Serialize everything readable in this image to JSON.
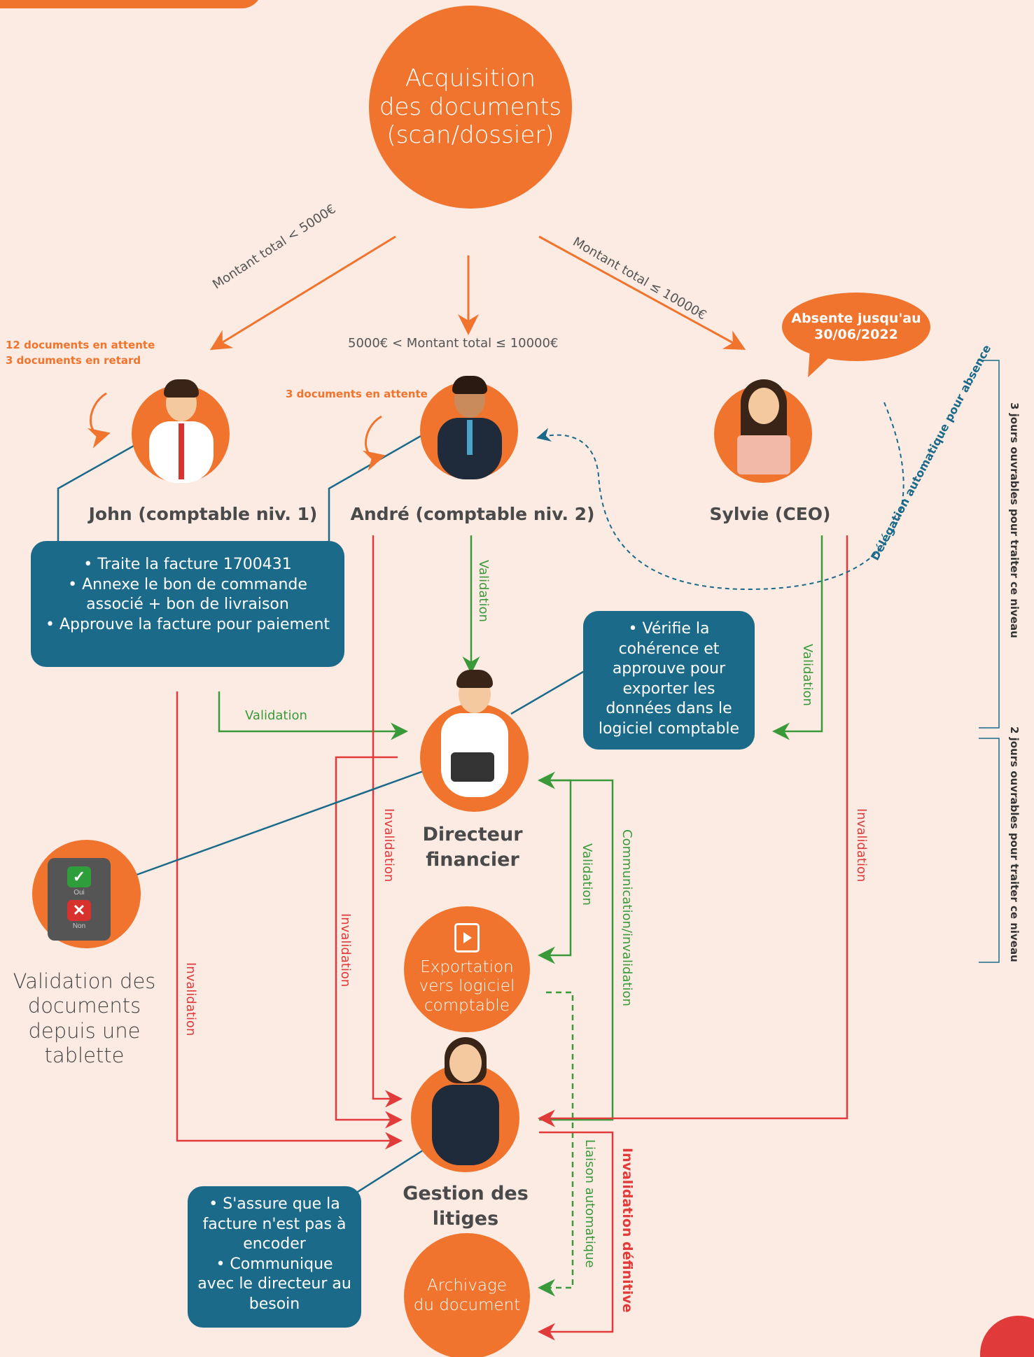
{
  "nodes": {
    "acquisition": {
      "line1": "Acquisition",
      "line2": "des documents",
      "line3": "(scan/dossier)"
    },
    "john": {
      "name": "John (comptable niv. 1)",
      "note_line1": "12 documents en attente",
      "note_line2": "3 documents en retard"
    },
    "andre": {
      "name": "André (comptable niv. 2)",
      "note": "3 documents en attente"
    },
    "sylvie": {
      "name": "Sylvie (CEO)",
      "bubble_line1": "Absente jusqu'au",
      "bubble_line2": "30/06/2022"
    },
    "directeur": {
      "line1": "Directeur",
      "line2": "financier"
    },
    "export": {
      "line1": "Exportation",
      "line2": "vers logiciel",
      "line3": "comptable"
    },
    "litiges": {
      "line1": "Gestion des",
      "line2": "litiges"
    },
    "archive": {
      "line1": "Archivage",
      "line2": "du document"
    },
    "tablet": {
      "line1": "Validation des",
      "line2": "documents",
      "line3": "depuis une",
      "line4": "tablette",
      "oui": "Oui",
      "non": "Non"
    }
  },
  "edges": {
    "lt5000": "Montant total < 5000€",
    "mid": "5000€ < Montant total ≤ 10000€",
    "le10000": "Montant total ≤ 10000€",
    "validation": "Validation",
    "invalidation": "Invalidation",
    "communication": "Communication/invalidation",
    "liaison": "Liaison automatique",
    "definitive": "Invalidation définitive",
    "delegation": "Délégation automatique pour absence"
  },
  "boxes": {
    "john": [
      "Traite la facture 1700431",
      "Annexe le bon de commande associé + bon de livraison",
      "Approuve la facture pour paiement"
    ],
    "directeur": [
      "Vérifie la cohérence et approuve pour exporter les données dans le logiciel comptable"
    ],
    "litiges": [
      "S'assure que la facture n'est pas à encoder",
      "Communique avec le directeur au besoin"
    ]
  },
  "sidebar": {
    "level1": "3 jours ouvrables pour traiter ce niveau",
    "level2": "2 jours ouvrables pour traiter ce niveau"
  },
  "colors": {
    "orange": "#f0742d",
    "blue": "#1b6a8a",
    "green": "#3a9a3a",
    "red": "#e03a3a",
    "background": "#fcebe3"
  }
}
